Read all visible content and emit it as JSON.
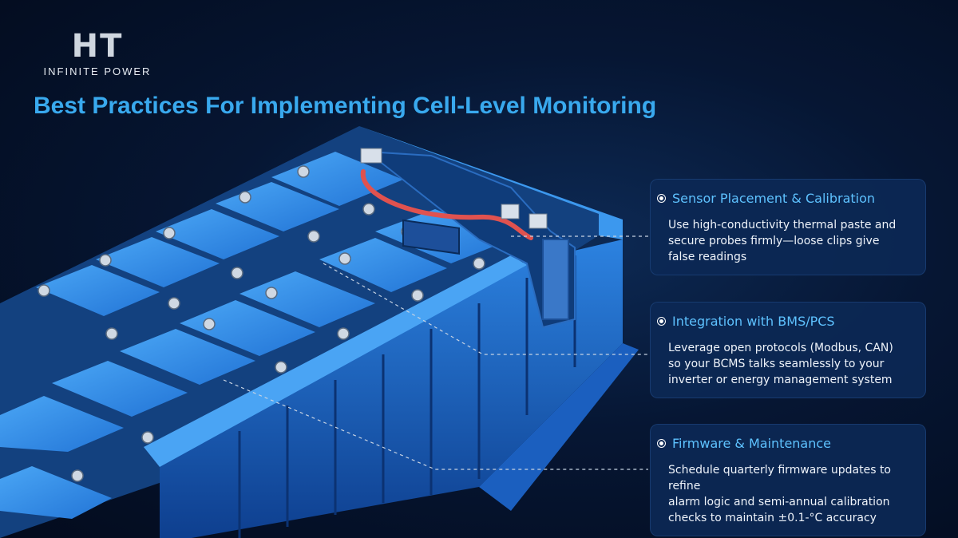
{
  "logo": {
    "mark": "HT",
    "text": "INFINITE POWER"
  },
  "title": "Best Practices For Implementing Cell-Level Monitoring",
  "cards": [
    {
      "title": "Sensor Placement & Calibration",
      "lines": [
        "Use high-conductivity thermal paste and",
        "secure probes firmly—loose clips give",
        "false readings"
      ]
    },
    {
      "title": "Integration with BMS/PCS",
      "lines": [
        "Leverage open protocols (Modbus, CAN)",
        "so your BCMS talks seamlessly to your",
        "inverter or energy management system"
      ]
    },
    {
      "title": "Firmware & Maintenance",
      "lines": [
        "Schedule quarterly firmware updates to refine",
        "alarm logic and semi-annual calibration",
        "checks to maintain ±0.1-°C accuracy"
      ]
    }
  ],
  "colors": {
    "accent": "#39a9ee",
    "card_title": "#5ec2ff",
    "battery": "#2f86e0"
  }
}
